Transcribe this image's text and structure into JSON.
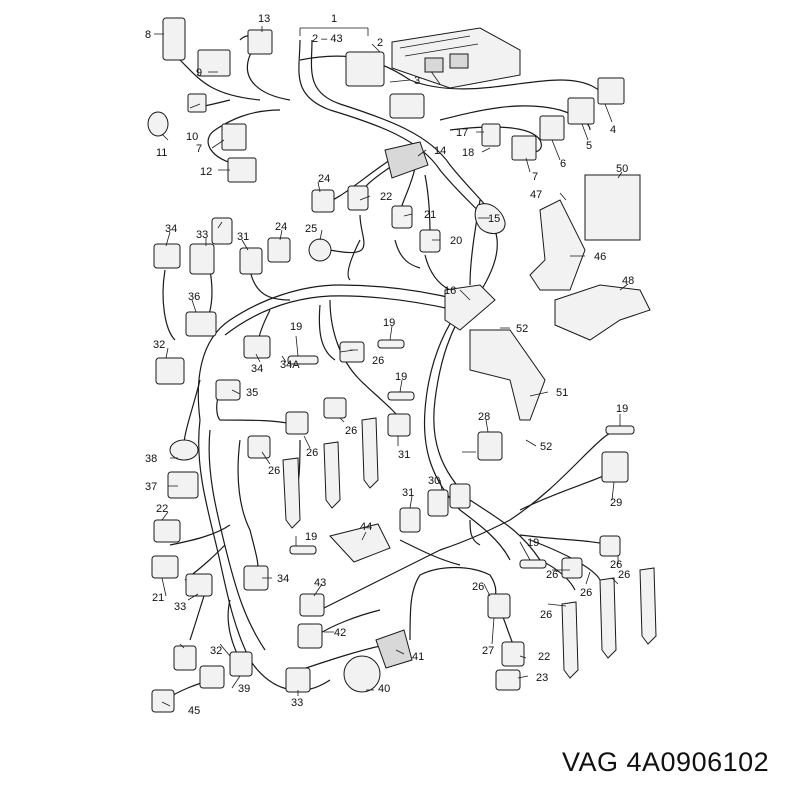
{
  "part_number_label": "VAG 4A0906102",
  "callouts": [
    {
      "id": "c1",
      "text": "1"
    },
    {
      "id": "c2-43",
      "text": "2 – 43"
    },
    {
      "id": "c2",
      "text": "2"
    },
    {
      "id": "c3",
      "text": "3"
    },
    {
      "id": "c4",
      "text": "4"
    },
    {
      "id": "c5",
      "text": "5"
    },
    {
      "id": "c6",
      "text": "6"
    },
    {
      "id": "c7a",
      "text": "7"
    },
    {
      "id": "c7b",
      "text": "7"
    },
    {
      "id": "c8",
      "text": "8"
    },
    {
      "id": "c9",
      "text": "9"
    },
    {
      "id": "c10",
      "text": "10"
    },
    {
      "id": "c11",
      "text": "11"
    },
    {
      "id": "c12",
      "text": "12"
    },
    {
      "id": "c13",
      "text": "13"
    },
    {
      "id": "c14",
      "text": "14"
    },
    {
      "id": "c15",
      "text": "15"
    },
    {
      "id": "c16",
      "text": "16"
    },
    {
      "id": "c17",
      "text": "17"
    },
    {
      "id": "c18",
      "text": "18"
    },
    {
      "id": "c19a",
      "text": "19"
    },
    {
      "id": "c19b",
      "text": "19"
    },
    {
      "id": "c19c",
      "text": "19"
    },
    {
      "id": "c19d",
      "text": "19"
    },
    {
      "id": "c19e",
      "text": "19"
    },
    {
      "id": "c19f",
      "text": "19"
    },
    {
      "id": "c20",
      "text": "20"
    },
    {
      "id": "c21a",
      "text": "21"
    },
    {
      "id": "c21b",
      "text": "21"
    },
    {
      "id": "c22a",
      "text": "22"
    },
    {
      "id": "c22b",
      "text": "22"
    },
    {
      "id": "c22c",
      "text": "22"
    },
    {
      "id": "c23",
      "text": "23"
    },
    {
      "id": "c24a",
      "text": "24"
    },
    {
      "id": "c24b",
      "text": "24"
    },
    {
      "id": "c25",
      "text": "25"
    },
    {
      "id": "c26a",
      "text": "26"
    },
    {
      "id": "c26b",
      "text": "26"
    },
    {
      "id": "c26c",
      "text": "26"
    },
    {
      "id": "c26d",
      "text": "26"
    },
    {
      "id": "c26e",
      "text": "26"
    },
    {
      "id": "c26f",
      "text": "26"
    },
    {
      "id": "c26g",
      "text": "26"
    },
    {
      "id": "c26h",
      "text": "26"
    },
    {
      "id": "c26i",
      "text": "26"
    },
    {
      "id": "c26j",
      "text": "26"
    },
    {
      "id": "c27",
      "text": "27"
    },
    {
      "id": "c28",
      "text": "28"
    },
    {
      "id": "c29",
      "text": "29"
    },
    {
      "id": "c30",
      "text": "30"
    },
    {
      "id": "c31a",
      "text": "31"
    },
    {
      "id": "c31b",
      "text": "31"
    },
    {
      "id": "c31c",
      "text": "31"
    },
    {
      "id": "c32a",
      "text": "32"
    },
    {
      "id": "c32b",
      "text": "32"
    },
    {
      "id": "c33a",
      "text": "33"
    },
    {
      "id": "c33b",
      "text": "33"
    },
    {
      "id": "c33c",
      "text": "33"
    },
    {
      "id": "c34a",
      "text": "34"
    },
    {
      "id": "c34b",
      "text": "34"
    },
    {
      "id": "c34c",
      "text": "34"
    },
    {
      "id": "c34A",
      "text": "34A"
    },
    {
      "id": "c35",
      "text": "35"
    },
    {
      "id": "c36",
      "text": "36"
    },
    {
      "id": "c37",
      "text": "37"
    },
    {
      "id": "c38",
      "text": "38"
    },
    {
      "id": "c39",
      "text": "39"
    },
    {
      "id": "c40",
      "text": "40"
    },
    {
      "id": "c41",
      "text": "41"
    },
    {
      "id": "c42",
      "text": "42"
    },
    {
      "id": "c43",
      "text": "43"
    },
    {
      "id": "c44",
      "text": "44"
    },
    {
      "id": "c45",
      "text": "45"
    },
    {
      "id": "c46",
      "text": "46"
    },
    {
      "id": "c47",
      "text": "47"
    },
    {
      "id": "c48",
      "text": "48"
    },
    {
      "id": "c50",
      "text": "50"
    },
    {
      "id": "c51",
      "text": "51"
    },
    {
      "id": "c52a",
      "text": "52"
    },
    {
      "id": "c52b",
      "text": "52"
    }
  ]
}
